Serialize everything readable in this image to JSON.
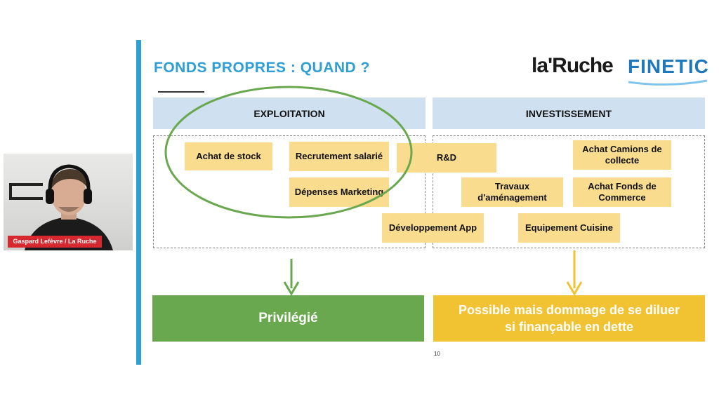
{
  "presenter": {
    "name_badge": "Gaspard Lefèvre / La Ruche"
  },
  "slide": {
    "title": "FONDS PROPRES : QUAND ?",
    "logos": {
      "laruche": "la'Ruche",
      "finetic": "FINETIC"
    },
    "columns": {
      "left_header": "EXPLOITATION",
      "right_header": "INVESTISSEMENT"
    },
    "notes": {
      "achat_stock": "Achat de stock",
      "recrutement": "Recrutement salarié",
      "rd": "R&D",
      "achat_camions": "Achat Camions de collecte",
      "depenses_marketing": "Dépenses Marketing",
      "travaux": "Travaux d'aménagement",
      "achat_fonds": "Achat Fonds de Commerce",
      "dev_app": "Développement App",
      "equipement": "Equipement Cuisine"
    },
    "results": {
      "left": "Privilégié",
      "right": "Possible mais dommage de se diluer si finançable en dette"
    },
    "page_number": "10"
  },
  "colors": {
    "accent_blue": "#2f9fd6",
    "sticky_yellow": "#f9dc8e",
    "green": "#6aa84f",
    "amber": "#f1c232",
    "header_band": "#cfe0f1"
  }
}
